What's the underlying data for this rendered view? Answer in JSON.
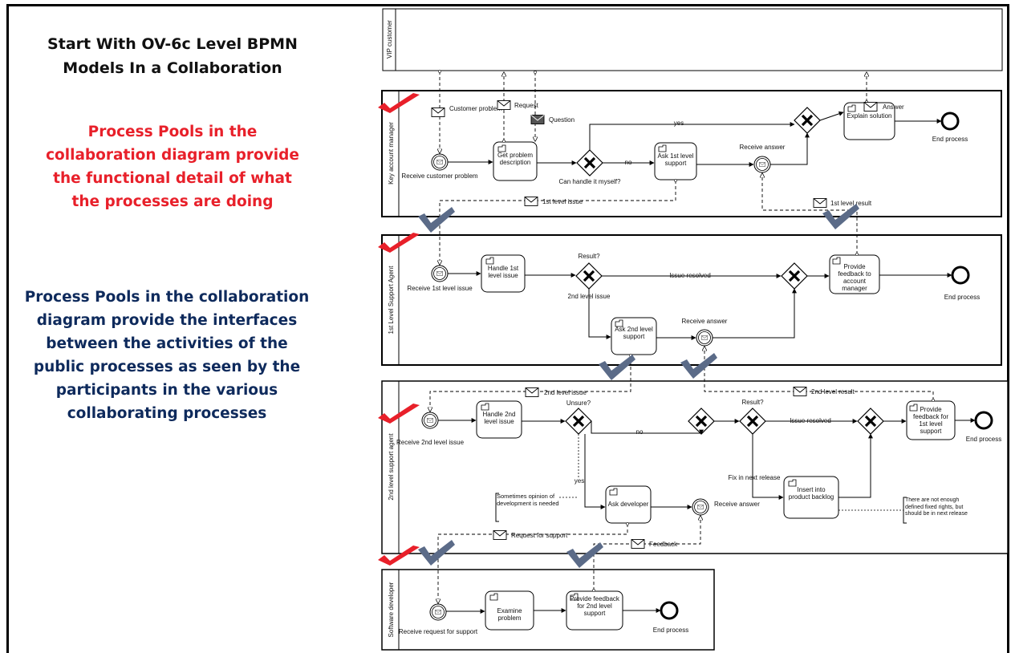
{
  "colors": {
    "red": "#e8202a",
    "navy": "#0e2a5c",
    "check": "#5b6b88"
  },
  "text": {
    "title_line1": "Start With OV-6c Level BPMN",
    "title_line2": "Models In a Collaboration",
    "red_lines": [
      "Process Pools in the",
      "collaboration diagram provide",
      "the functional detail of what",
      "the processes are doing"
    ],
    "navy_lines": [
      "Process Pools in the collaboration",
      "diagram provide the interfaces",
      "between the activities of the",
      "public processes as seen by the",
      "participants in the various",
      "collaborating processes"
    ]
  },
  "diagram": {
    "lanes": {
      "vip": "VIP customer",
      "kam": "Key account manager",
      "agent1": "1st Level Support Agent",
      "agent2": "2nd level support agent",
      "dev": "Software developer"
    },
    "tasks": {
      "get_problem": "Get problem description",
      "ask_1st": "Ask 1st level support",
      "explain": "Explain solution",
      "handle_1st": "Handle 1st level issue",
      "provide_1st": "Provide feedback to account manager",
      "ask_2nd": "Ask 2nd level support",
      "handle_2nd": "Handle 2nd level issue",
      "provide_2nd": "Provide feedback for 1st level support",
      "ask_dev": "Ask developer",
      "insert": "Insert into product backlog",
      "examine": "Examine problem",
      "provide_dev": "Provide feedback for 2nd level support"
    },
    "labels": {
      "customer_problem": "Customer problem",
      "request": "Request",
      "question": "Question",
      "answer": "Answer",
      "receive_problem": "Receive customer problem",
      "can_handle": "Can handle it myself?",
      "yes": "yes",
      "no": "no",
      "receive_answer": "Receive answer",
      "end_process": "End process",
      "first_issue": "1st level issue",
      "first_result": "1st level result",
      "receive_1st_issue": "Receive 1st level issue",
      "result": "Result?",
      "issue_resolved": "Issue resolved",
      "second_issue_label": "2nd level issue",
      "second_issue": "2nd level issue",
      "second_result": "2nd level result",
      "receive_2nd_issue": "Receive 2nd level issue",
      "unsure": "Unsure?",
      "fix_next_release": "Fix in next release",
      "sometimes_opinion": "Sometimes opinion of development is needed",
      "fixed_note": "There are not enough defined fixed rights, but should be in next release",
      "request_support": "Request for support",
      "feedback": "Feedback",
      "receive_request_support": "Receive request for support"
    }
  }
}
